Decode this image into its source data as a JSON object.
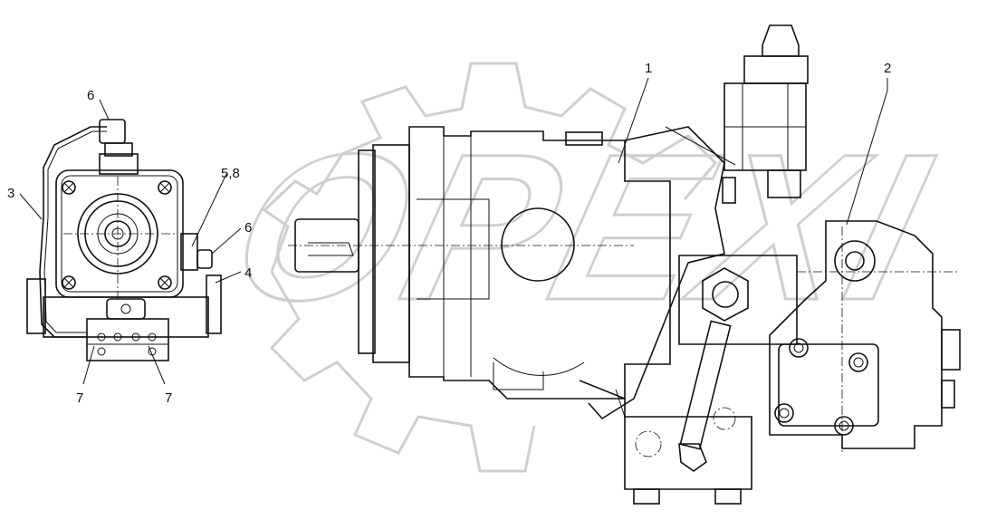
{
  "callouts": {
    "c1": "1",
    "c2": "2",
    "c3": "3",
    "c4": "4",
    "c58": "5,8",
    "c6a": "6",
    "c6b": "6",
    "c7a": "7",
    "c7b": "7"
  },
  "watermark": {
    "text": "OPEXI"
  }
}
